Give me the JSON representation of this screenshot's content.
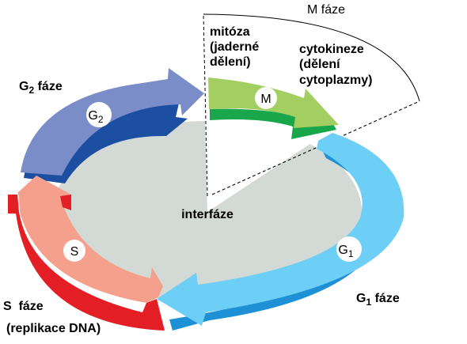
{
  "diagram": {
    "m_phase_label": "M fáze",
    "mitosis_line1": "mitóza",
    "mitosis_line2": "(jaderné",
    "mitosis_line3": "dělení)",
    "cytokinesis_line1": "cytokineze",
    "cytokinesis_line2": "(dělení",
    "cytokinesis_line3": "cytoplazmy)",
    "g2_phase_label_prefix": "G",
    "g2_phase_label_sub": "2",
    "g2_phase_label_suffix": " fáze",
    "g1_phase_label_prefix": "G",
    "g1_phase_label_sub": "1",
    "g1_phase_label_suffix": " fáze",
    "s_phase_line1": "S  fáze",
    "s_phase_line2": "(replikace DNA)",
    "center_label": "interfáze",
    "circle_m": "M",
    "circle_g2_prefix": "G",
    "circle_g2_sub": "2",
    "circle_g1_prefix": "G",
    "circle_g1_sub": "1",
    "circle_s": "S",
    "colors": {
      "m_phase_top": "#a3cf62",
      "m_phase_side": "#1aa64a",
      "g1_phase_top": "#6ecff6",
      "g1_phase_side": "#1e90d6",
      "s_phase_top": "#f4a08c",
      "s_phase_side": "#e31e24",
      "g2_phase_top": "#7a8dc8",
      "g2_phase_side": "#1c4fa1",
      "interphase_fill": "#d3d9d5"
    }
  }
}
